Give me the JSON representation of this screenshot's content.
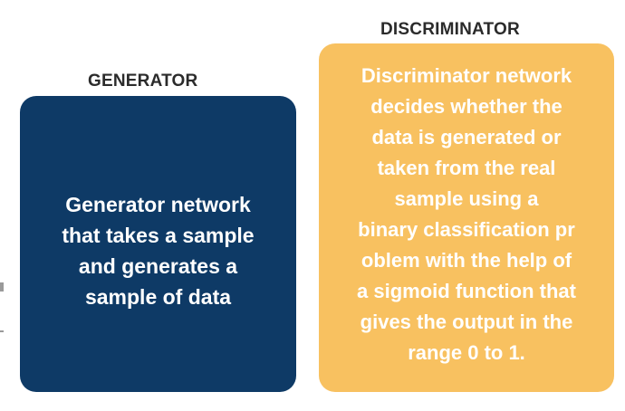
{
  "generator": {
    "title": "GENERATOR",
    "description": "Generator network\nthat takes a sample\nand generates a\nsample of data",
    "color": "#0e3a66"
  },
  "discriminator": {
    "title": "DISCRIMINATOR",
    "description": "Discriminator network\ndecides whether the\ndata is generated or\ntaken from the real\nsample using a\nbinary classification pr\noblem with the help of\na sigmoid function that\ngives the output in the\nrange 0 to 1.",
    "color": "#f8c160"
  }
}
